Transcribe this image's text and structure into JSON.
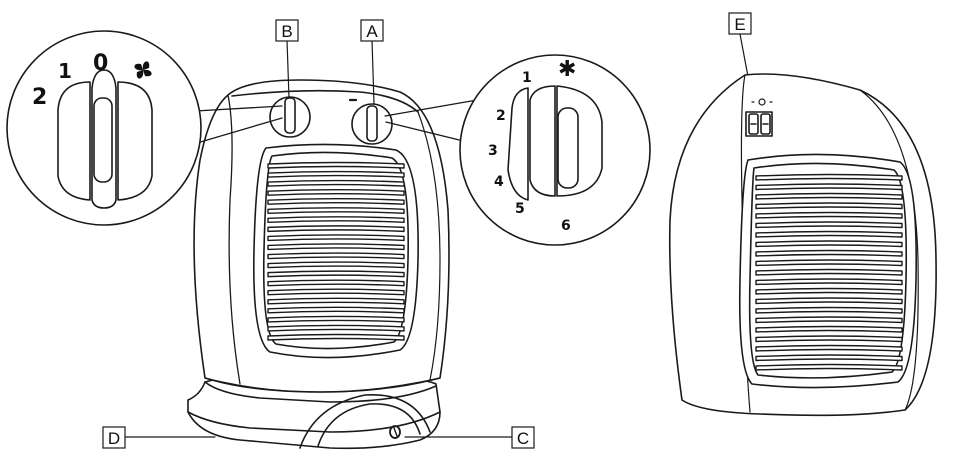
{
  "callouts": {
    "a": "A",
    "b": "B",
    "c": "C",
    "d": "D",
    "e": "E"
  },
  "mode_dial": {
    "labels": [
      "2",
      "1",
      "0"
    ],
    "fan_icon": "fan-icon"
  },
  "thermostat_dial": {
    "labels": [
      "1",
      "2",
      "3",
      "4",
      "5",
      "6"
    ],
    "frost_icon": "snowflake-icon",
    "frost_symbol": "✱"
  },
  "power_button": {
    "symbol": "0"
  },
  "colors": {
    "line": "#1a1a1a",
    "fill": "#ffffff",
    "callout_box": "#ffffff"
  }
}
